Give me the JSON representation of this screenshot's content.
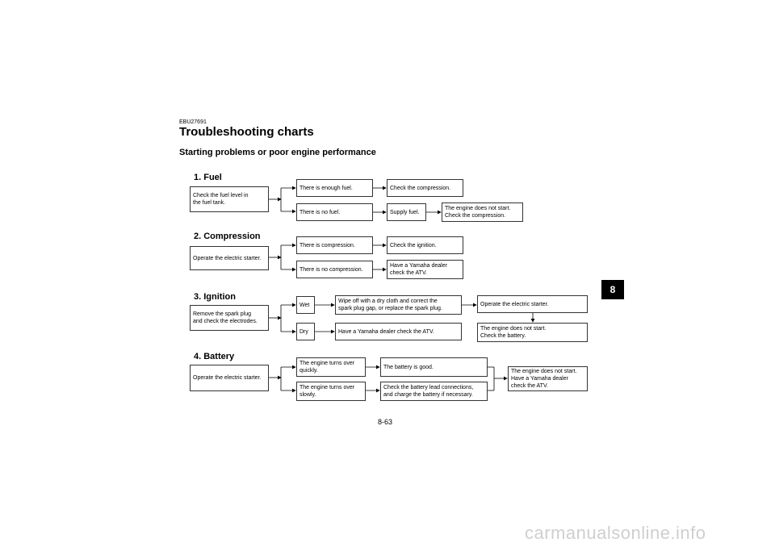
{
  "header": {
    "code": "EBU27691",
    "title": "Troubleshooting charts",
    "subtitle": "Starting problems or poor engine performance"
  },
  "sections": [
    {
      "heading": "1. Fuel",
      "start": "Check the fuel level in\nthe fuel tank.",
      "upper": "There is enough fuel.",
      "upper_result": "Check the compression.",
      "lower": "There is no fuel.",
      "lower_mid": "Supply fuel.",
      "lower_result": "The engine does not start.\nCheck the compression."
    },
    {
      "heading": "2. Compression",
      "start": "Operate the electric starter.",
      "upper": "There is compression.",
      "upper_result": "Check the ignition.",
      "lower": "There is no compression.",
      "lower_result": "Have a Yamaha dealer\ncheck the ATV."
    },
    {
      "heading": "3. Ignition",
      "start": "Remove the spark plug\nand check the electrodes.",
      "upper": "Wet",
      "upper_mid": "Wipe off with a dry cloth and correct the\nspark plug gap, or replace the spark plug.",
      "upper_result": "Operate the electric starter.",
      "down_result": "The engine does not start.\nCheck the battery.",
      "lower": "Dry",
      "lower_result": "Have a Yamaha dealer check the ATV."
    },
    {
      "heading": "4. Battery",
      "start": "Operate the electric starter.",
      "upper": "The engine turns over\nquickly.",
      "upper_result": "The battery is good.",
      "lower": "The engine turns over\nslowly.",
      "lower_result": "Check the battery lead connections,\nand charge the battery if necessary.",
      "final_result": "The engine does not start.\nHave a Yamaha dealer\ncheck the ATV."
    }
  ],
  "chapter_tab": "8",
  "page_number": "8-63",
  "watermark": "carmanualsonline.info"
}
